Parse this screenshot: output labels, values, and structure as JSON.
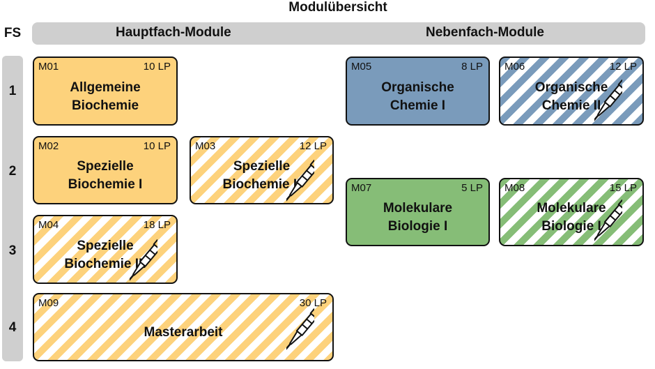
{
  "title": "Modulübersicht",
  "fs_label": "FS",
  "headers": {
    "main": "Hauptfach-Module",
    "minor": "Nebenfach-Module"
  },
  "semesters": [
    "1",
    "2",
    "3",
    "4"
  ],
  "colors": {
    "yellow": "#fdd27c",
    "blue": "#7a9bbb",
    "green": "#86bd77",
    "bar": "#cfcfcf"
  },
  "modules": [
    {
      "code": "M01",
      "lp": "10 LP",
      "name": "Allgemeine\nBiochemie"
    },
    {
      "code": "M02",
      "lp": "10 LP",
      "name": "Spezielle\nBiochemie I"
    },
    {
      "code": "M03",
      "lp": "12 LP",
      "name": "Spezielle\nBiochemie II"
    },
    {
      "code": "M04",
      "lp": "18 LP",
      "name": "Spezielle\nBiochemie III"
    },
    {
      "code": "M09",
      "lp": "30 LP",
      "name": "Masterarbeit"
    },
    {
      "code": "M05",
      "lp": "8 LP",
      "name": "Organische\nChemie I"
    },
    {
      "code": "M06",
      "lp": "12 LP",
      "name": "Organische\nChemie II"
    },
    {
      "code": "M07",
      "lp": "5 LP",
      "name": "Molekulare\nBiologie I"
    },
    {
      "code": "M08",
      "lp": "15 LP",
      "name": "Molekulare\nBiologie I"
    }
  ],
  "lab_icon": "pipette-icon"
}
